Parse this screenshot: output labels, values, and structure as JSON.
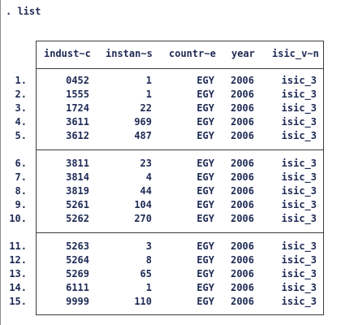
{
  "command": ". list",
  "headers": [
    "indust~c",
    "instan~s",
    "countr~e",
    "year",
    "isic_v~n"
  ],
  "rows": [
    {
      "obs": "1.",
      "indust": "0452",
      "instan": "1",
      "country": "EGY",
      "year": "2006",
      "isic": "isic_3"
    },
    {
      "obs": "2.",
      "indust": "1555",
      "instan": "1",
      "country": "EGY",
      "year": "2006",
      "isic": "isic_3"
    },
    {
      "obs": "3.",
      "indust": "1724",
      "instan": "22",
      "country": "EGY",
      "year": "2006",
      "isic": "isic_3"
    },
    {
      "obs": "4.",
      "indust": "3611",
      "instan": "969",
      "country": "EGY",
      "year": "2006",
      "isic": "isic_3"
    },
    {
      "obs": "5.",
      "indust": "3612",
      "instan": "487",
      "country": "EGY",
      "year": "2006",
      "isic": "isic_3"
    },
    {
      "obs": "6.",
      "indust": "3811",
      "instan": "23",
      "country": "EGY",
      "year": "2006",
      "isic": "isic_3"
    },
    {
      "obs": "7.",
      "indust": "3814",
      "instan": "4",
      "country": "EGY",
      "year": "2006",
      "isic": "isic_3"
    },
    {
      "obs": "8.",
      "indust": "3819",
      "instan": "44",
      "country": "EGY",
      "year": "2006",
      "isic": "isic_3"
    },
    {
      "obs": "9.",
      "indust": "5261",
      "instan": "104",
      "country": "EGY",
      "year": "2006",
      "isic": "isic_3"
    },
    {
      "obs": "10.",
      "indust": "5262",
      "instan": "270",
      "country": "EGY",
      "year": "2006",
      "isic": "isic_3"
    },
    {
      "obs": "11.",
      "indust": "5263",
      "instan": "3",
      "country": "EGY",
      "year": "2006",
      "isic": "isic_3"
    },
    {
      "obs": "12.",
      "indust": "5264",
      "instan": "8",
      "country": "EGY",
      "year": "2006",
      "isic": "isic_3"
    },
    {
      "obs": "13.",
      "indust": "5269",
      "instan": "65",
      "country": "EGY",
      "year": "2006",
      "isic": "isic_3"
    },
    {
      "obs": "14.",
      "indust": "6111",
      "instan": "1",
      "country": "EGY",
      "year": "2006",
      "isic": "isic_3"
    },
    {
      "obs": "15.",
      "indust": "9999",
      "instan": "110",
      "country": "EGY",
      "year": "2006",
      "isic": "isic_3"
    }
  ],
  "colors": {
    "text": "#1e2a55",
    "border": "#3c3c3c",
    "background": "#ffffff"
  }
}
